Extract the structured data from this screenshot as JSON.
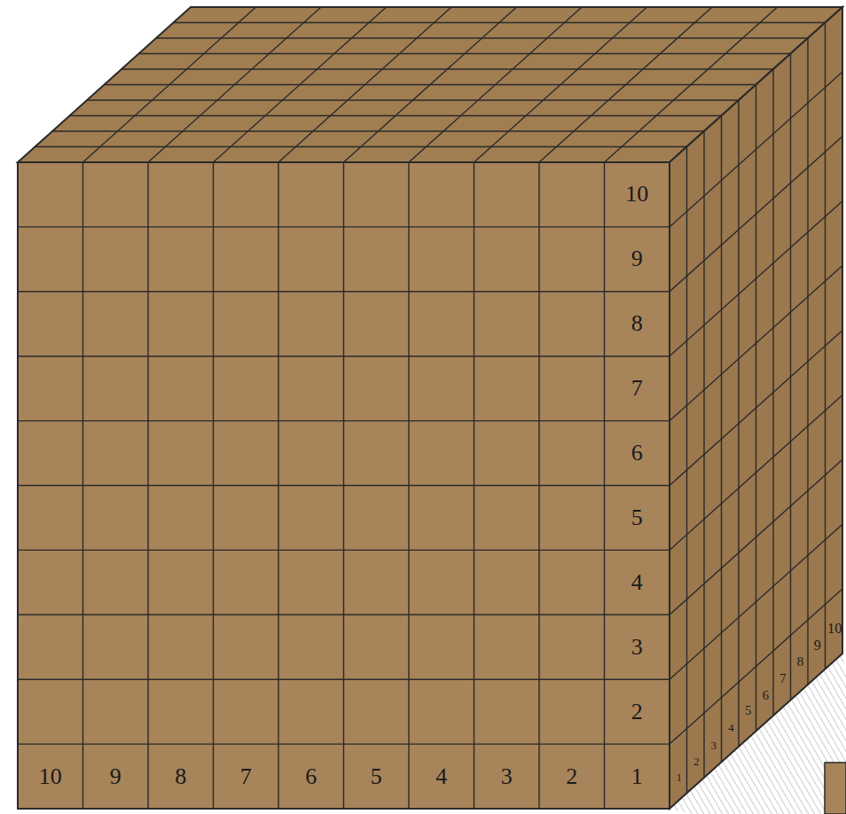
{
  "diagram": {
    "labels": [
      "10",
      "9",
      "8",
      "7",
      "6",
      "5",
      "4",
      "3",
      "2",
      "1",
      "10",
      "9",
      "8",
      "7",
      "6",
      "5",
      "4",
      "3",
      "2",
      "1",
      "2",
      "3",
      "4",
      "5",
      "6",
      "7",
      "8",
      "9",
      "10"
    ]
  }
}
